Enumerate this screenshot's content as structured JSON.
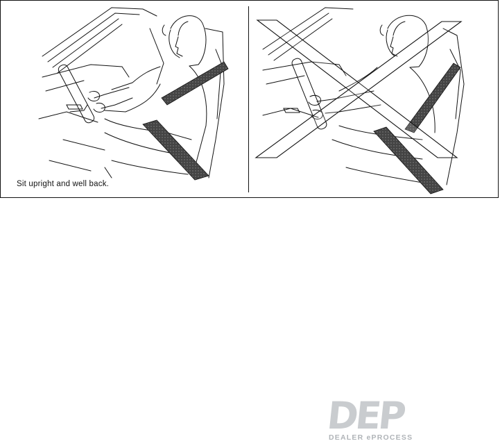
{
  "figure": {
    "left_panel": {
      "caption": "Sit upright and well back."
    },
    "right_panel": {
      "mark": "incorrect-x"
    }
  },
  "watermark": {
    "letters": "DEP",
    "tagline": "DEALER ePROCESS"
  },
  "colors": {
    "line": "#111111",
    "belt_fill": "#444444",
    "logo": "#c9cccf"
  }
}
